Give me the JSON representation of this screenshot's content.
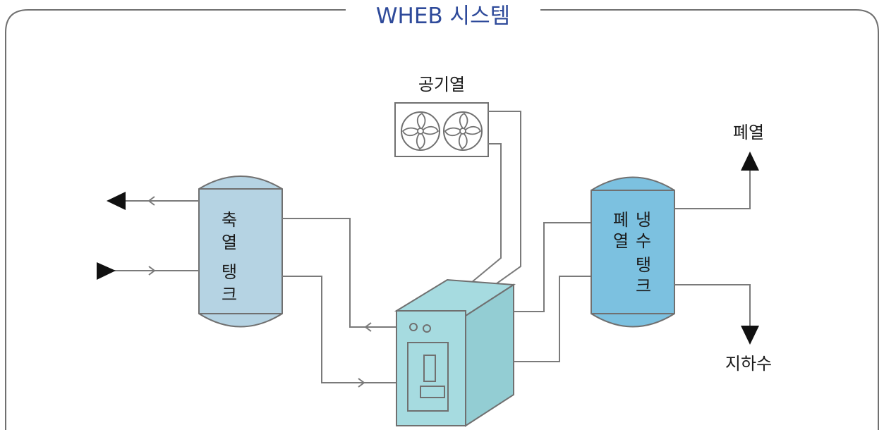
{
  "diagram": {
    "title": "WHEB 시스템",
    "labels": {
      "air_heat": "공기열",
      "waste_heat": "폐열",
      "groundwater": "지하수"
    },
    "storage_tank": {
      "chars_left": [
        "축",
        "열"
      ],
      "chars_right": [
        "탱",
        "크"
      ]
    },
    "wastewater_tank": {
      "col_left": [
        "폐",
        "열"
      ],
      "col_right_top": [
        "냉",
        "수"
      ],
      "col_right_bottom": [
        "탱",
        "크"
      ]
    },
    "colors": {
      "title": "#2e4a9a",
      "border": "#707070",
      "pipe": "#7a7a7a",
      "arrow_fill": "#111111",
      "storage_tank_fill": "#b5d3e3",
      "wastewater_tank_fill": "#7cc1e0",
      "heat_pump_fill": "#a6dbe0",
      "heat_pump_side": "#93cdd3",
      "fan_unit_fill": "#ffffff"
    },
    "icons": [
      "fan-icon",
      "arrow-left-icon",
      "arrow-right-icon",
      "arrow-up-icon",
      "arrow-down-icon"
    ]
  }
}
